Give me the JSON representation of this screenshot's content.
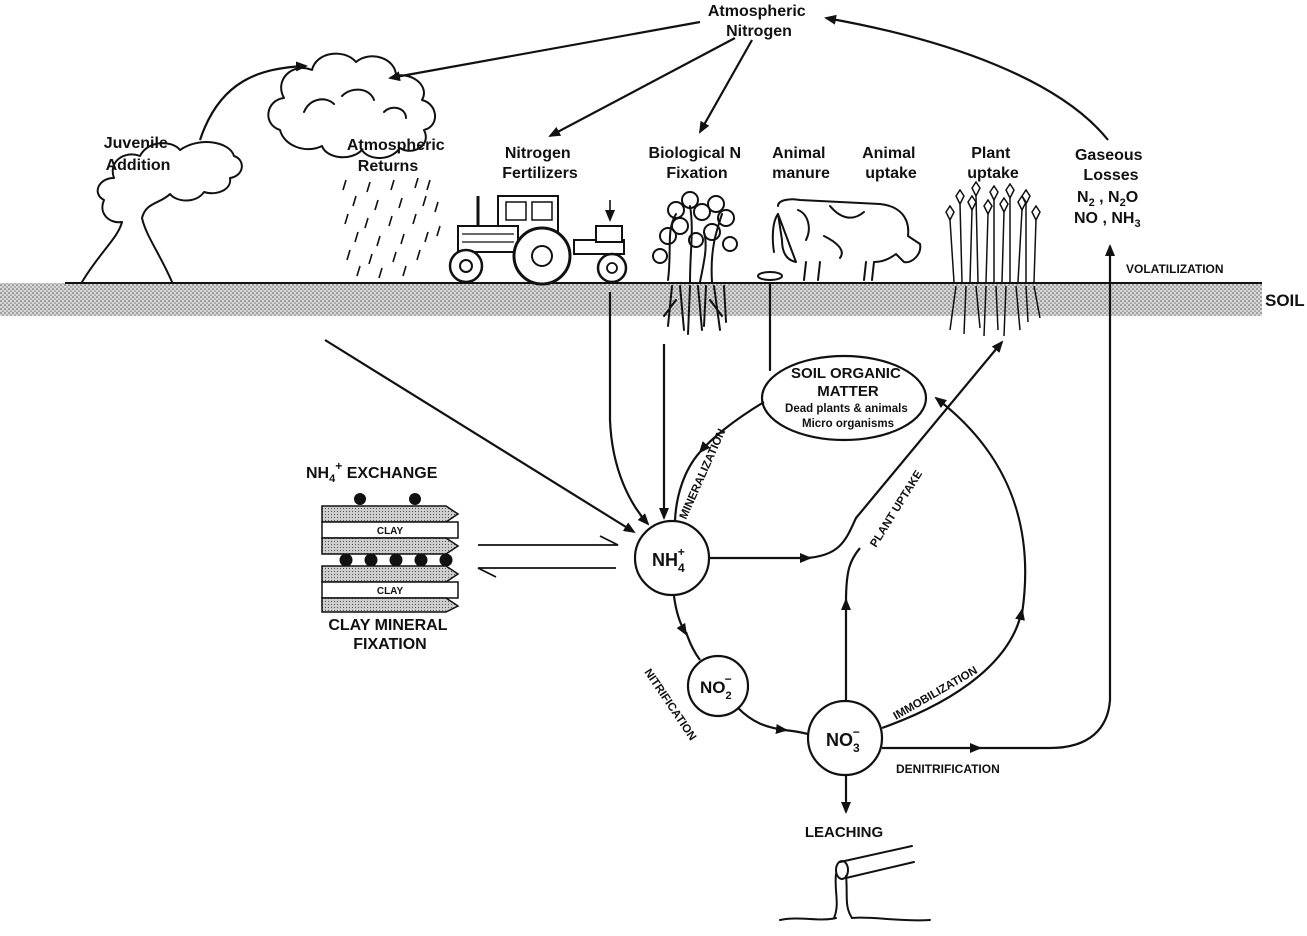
{
  "labels": {
    "atmospheric_nitrogen": [
      "Atmospheric",
      "Nitrogen"
    ],
    "juvenile_addition": [
      "Juvenile",
      "Addition"
    ],
    "atmospheric_returns": [
      "Atmospheric",
      "Returns"
    ],
    "nitrogen_fertilizers": [
      "Nitrogen",
      "Fertilizers"
    ],
    "biological_n_fixation": [
      "Biological N",
      "Fixation"
    ],
    "animal_manure": [
      "Animal",
      "manure"
    ],
    "animal_uptake": [
      "Animal",
      "uptake"
    ],
    "plant_uptake_top": [
      "Plant",
      "uptake"
    ],
    "gaseous_losses": [
      "Gaseous",
      "Losses"
    ],
    "gases_line1": {
      "n2": "N",
      "n2_sub": "2",
      "sep": " , ",
      "n2o_a": "N",
      "n2o_sub": "2",
      "n2o_b": "O"
    },
    "gases_line2": {
      "no": "NO , NH",
      "nh3_sub": "3"
    },
    "volatilization": "VOLATILIZATION",
    "soil": "SOIL",
    "soil_organic_matter": [
      "SOIL ORGANIC",
      "MATTER"
    ],
    "som_detail": [
      "Dead plants & animals",
      "Micro organisms"
    ],
    "nh4_exchange": {
      "base": "NH",
      "sub": "4",
      "sup": "+",
      "rest": " EXCHANGE"
    },
    "clay": "CLAY",
    "clay_mineral_fixation": [
      "CLAY MINERAL",
      "FIXATION"
    ],
    "nh4_node": {
      "base": "NH",
      "sub": "4",
      "sup": "+"
    },
    "no2_node": {
      "base": "NO",
      "sub": "2",
      "sup": "−"
    },
    "no3_node": {
      "base": "NO",
      "sub": "3",
      "sup": "−"
    },
    "mineralization": "MINERALIZATION",
    "plant_uptake_arc": "PLANT UPTAKE",
    "nitrification": "NITRIFICATION",
    "immobilization": "IMMOBILIZATION",
    "denitrification": "DENITRIFICATION",
    "leaching": "LEACHING"
  },
  "colors": {
    "ink": "#111111",
    "soil": "#bdbdbd",
    "clay": "#c8c8c8",
    "paper": "#ffffff"
  }
}
